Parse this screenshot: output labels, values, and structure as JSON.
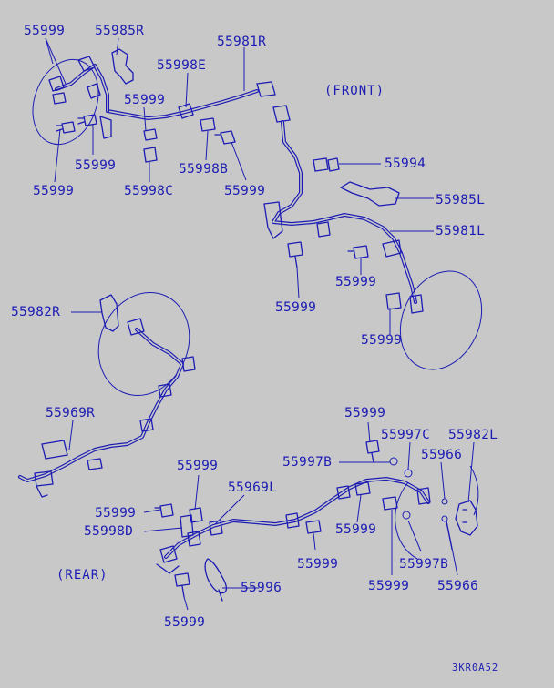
{
  "labels": {
    "l01": "55999",
    "l02": "55985R",
    "l03": "55981R",
    "l04": "55998E",
    "l05": "55999",
    "l06": "55999",
    "l07": "55999",
    "l08": "55998C",
    "l09": "55998B",
    "l10": "55999",
    "l11": "55994",
    "l12": "55985L",
    "l13": "55981L",
    "l14": "55999",
    "l15": "55999",
    "l16": "55999",
    "l17": "55982R",
    "l18": "55969R",
    "l19": "55999",
    "l20": "55997C",
    "l21": "55982L",
    "l22": "55997B",
    "l23": "55966",
    "l24": "55999",
    "l25": "55969L",
    "l26": "55999",
    "l27": "55998D",
    "l28": "55999",
    "l29": "55999",
    "l30": "55997B",
    "l31": "55999",
    "l32": "55966",
    "l33": "55996",
    "l34": "55999"
  },
  "captions": {
    "front": "(FRONT)",
    "rear": "(REAR)"
  },
  "drawing_code": "3KR0A52"
}
